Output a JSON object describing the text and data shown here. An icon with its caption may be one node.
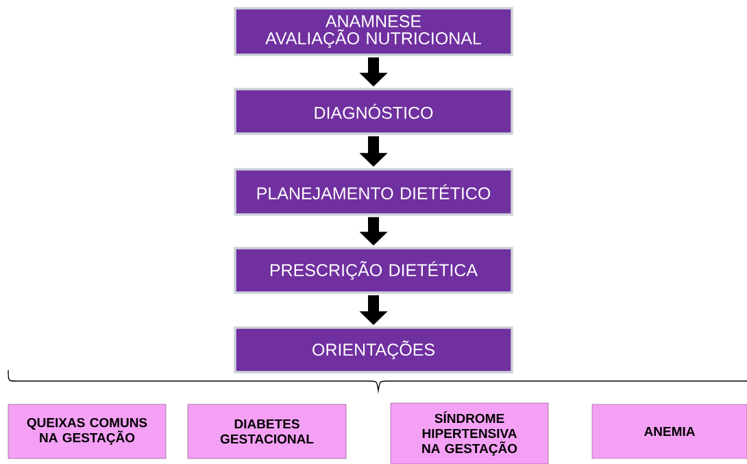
{
  "diagram": {
    "nodes": [
      {
        "text": [
          "ANAMNESE",
          "AVALIAÇÃO NUTRICIONAL"
        ]
      },
      {
        "text": [
          "DIAGNÓSTICO"
        ]
      },
      {
        "text": [
          "PLANEJAMENTO DIETÉTICO"
        ]
      },
      {
        "text": [
          "PRESCRIÇÃO DIETÉTICA"
        ]
      },
      {
        "text": [
          "ORIENTAÇÕES"
        ]
      },
      {
        "text": [
          "QUEIXAS COMUNS NA GESTAÇÃO"
        ]
      },
      {
        "text": [
          "DIABETES GESTACIONAL"
        ]
      },
      {
        "text": [
          "SÍNDROME HIPERTENSIVA NA GESTAÇÃO"
        ]
      },
      {
        "text": [
          "ANEMIA"
        ]
      }
    ],
    "edges": [
      {
        "from": 0,
        "to": 1,
        "arrow": "to"
      },
      {
        "from": 1,
        "to": 2,
        "arrow": "to"
      },
      {
        "from": 2,
        "to": 3,
        "arrow": "to"
      },
      {
        "from": 3,
        "to": 4,
        "arrow": "to"
      }
    ]
  }
}
